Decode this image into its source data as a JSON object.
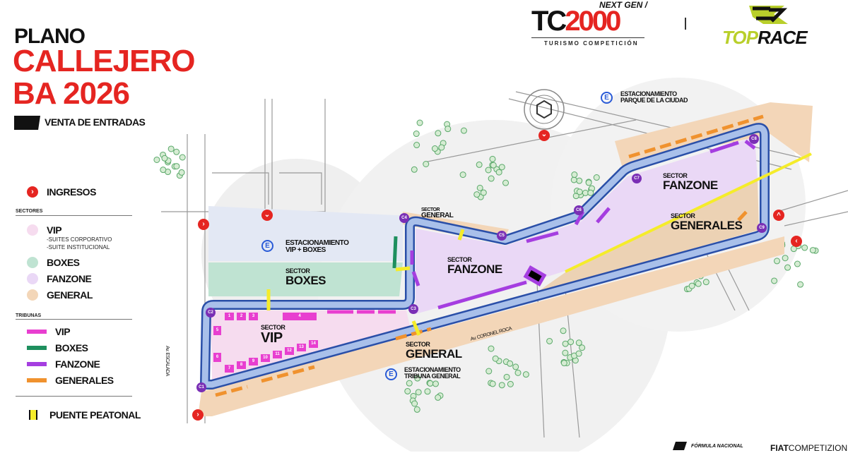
{
  "header": {
    "title_line1": "PLANO",
    "title_line2": "CALLEJERO",
    "title_line3": "BA 2026",
    "subtitle": "VENTA DE ENTRADAS"
  },
  "logos": {
    "tc2000_tag": "NEXT GEN /",
    "tc2000_tc": "TC",
    "tc2000_num": "2000",
    "tc2000_sub": "TURISMO COMPETICIÓN",
    "toprace_top": "TOP",
    "toprace_race": "RACE",
    "formula_nacional": "FÓRMULA NACIONAL",
    "fiat_bold": "FIAT",
    "fiat_light": "COMPETIZIONE"
  },
  "legend": {
    "ingresos": "INGRESOS",
    "sectores_heading": "SECTORES",
    "sectores": [
      {
        "label": "VIP",
        "color": "#f6dcef",
        "notes": [
          "-SUITES CORPORATIVO",
          "-SUITE INSTITUCIONAL"
        ]
      },
      {
        "label": "BOXES",
        "color": "#bfe3d2"
      },
      {
        "label": "FANZONE",
        "color": "#ead8f6"
      },
      {
        "label": "GENERAL",
        "color": "#f3d6b8"
      }
    ],
    "tribunas_heading": "TRIBUNAS",
    "tribunas": [
      {
        "label": "VIP",
        "color": "#e83fd0"
      },
      {
        "label": "BOXES",
        "color": "#1e8f5e"
      },
      {
        "label": "FANZONE",
        "color": "#a53ee0"
      },
      {
        "label": "GENERALES",
        "color": "#f0922e"
      }
    ],
    "puente": "PUENTE PEATONAL",
    "puente_color": "#f5ec2a"
  },
  "map": {
    "parking_vip_line1": "ESTACIONAMIENTO",
    "parking_vip_line2": "VIP + BOXES",
    "parking_parque_line1": "ESTACIONAMIENTO",
    "parking_parque_line2": "PARQUE DE LA CIUDAD",
    "parking_tribuna_line1": "ESTACIONAMIENTO",
    "parking_tribuna_line2": "TRIBUNA GENERAL",
    "parking_icon_letter": "E",
    "sector_word": "SECTOR",
    "sector_boxes": "BOXES",
    "sector_vip": "VIP",
    "sector_fanzone_1": "FANZONE",
    "sector_fanzone_2": "FANZONE",
    "sector_general_top": "GENERAL",
    "sector_general_bottom": "GENERAL",
    "sector_generales": "GENERALES",
    "street_escalada": "Av. ESCALADA",
    "street_roca": "Av. CORONEL ROCA",
    "corners": [
      "C1",
      "C2",
      "C3",
      "C4",
      "C5",
      "C6",
      "C7",
      "C8",
      "C9"
    ],
    "vip_stands": [
      "1",
      "2",
      "3",
      "4",
      "5",
      "6",
      "7",
      "8",
      "9",
      "10",
      "11",
      "12",
      "13",
      "14"
    ],
    "track_color": "#2a4fa8",
    "track_fill": "#a9c0ea",
    "accent_red": "#e52521"
  }
}
